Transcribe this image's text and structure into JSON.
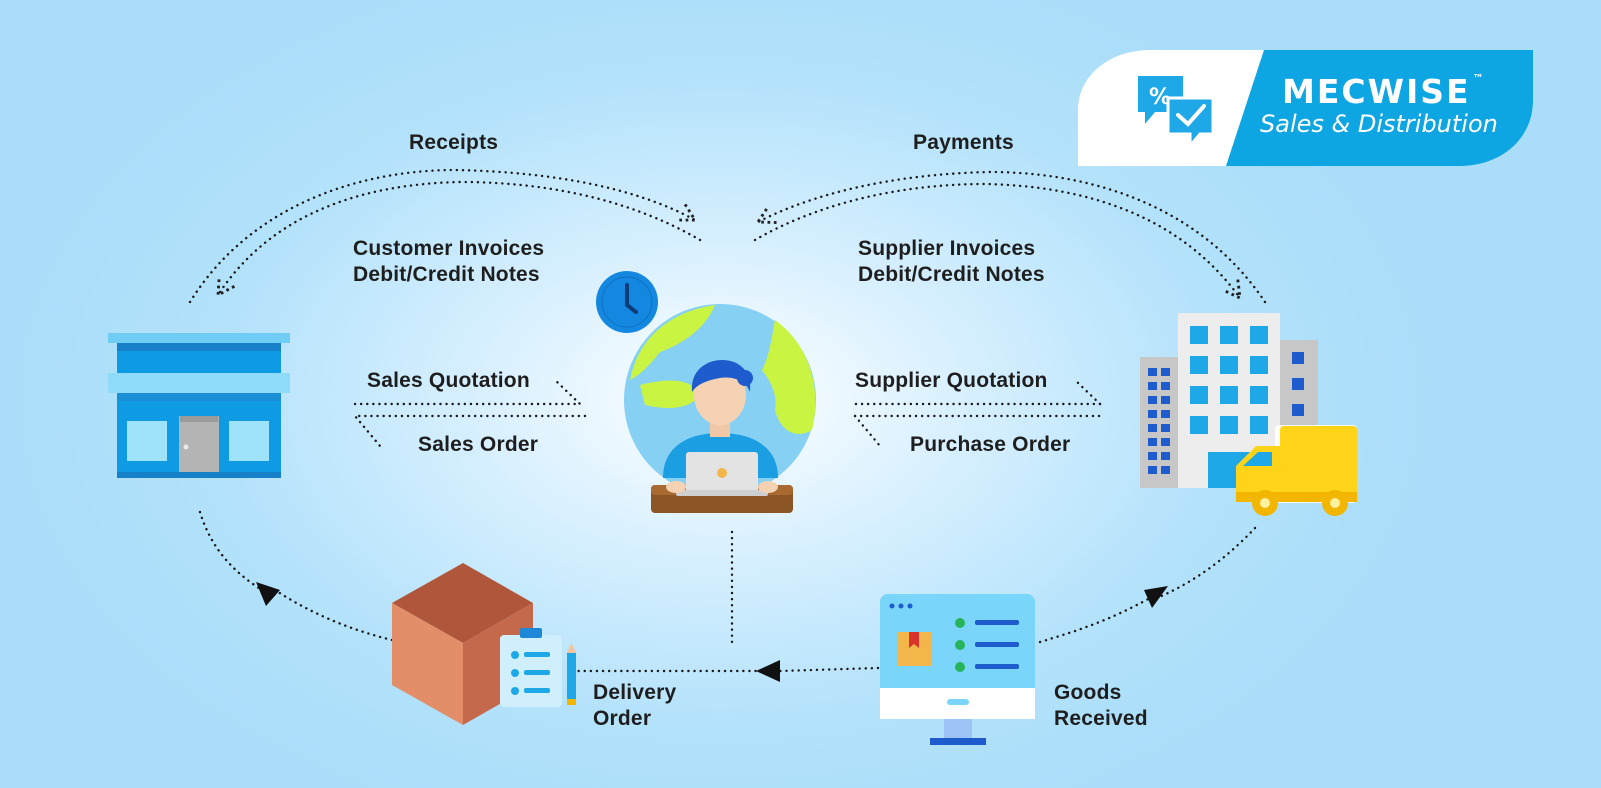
{
  "brand": {
    "name": "MECWISE",
    "trademark": "™",
    "subtitle": "Sales & Distribution"
  },
  "flow_labels": {
    "receipts": "Receipts",
    "payments": "Payments",
    "customer_invoices": "Customer Invoices",
    "customer_debit_credit": "Debit/Credit Notes",
    "supplier_invoices": "Supplier Invoices",
    "supplier_debit_credit": "Debit/Credit Notes",
    "sales_quotation": "Sales Quotation",
    "sales_order": "Sales Order",
    "supplier_quotation": "Supplier Quotation",
    "purchase_order": "Purchase Order",
    "delivery_order_line1": "Delivery",
    "delivery_order_line2": "Order",
    "goods_received_line1": "Goods",
    "goods_received_line2": "Received"
  },
  "nodes": [
    "store-icon",
    "user-at-globe-icon",
    "clock-icon",
    "supplier-building-icon",
    "delivery-truck-icon",
    "box-with-clipboard-icon",
    "monitor-goods-icon"
  ],
  "colors": {
    "accent_blue": "#0ea5e3",
    "store_blue": "#0f9be3",
    "globe_green": "#c9f542",
    "truck_yellow": "#ffd318",
    "box_brown": "#c5694d"
  }
}
